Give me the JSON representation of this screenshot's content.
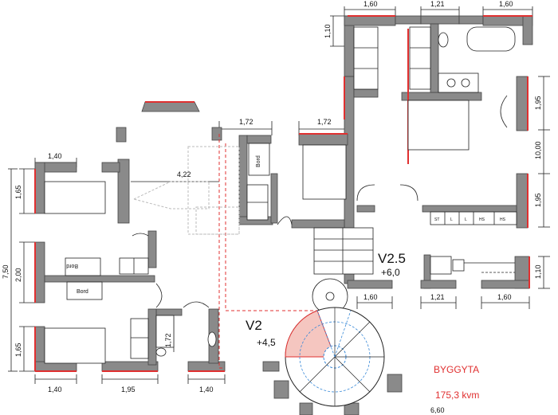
{
  "dimensions": {
    "top": [
      "1,60",
      "1,21",
      "1,60"
    ],
    "top_left_side": "1,10",
    "right_side": [
      "1,95",
      "10,00",
      "1,95",
      "1,10"
    ],
    "mid_top": [
      "1,72",
      "1,72"
    ],
    "left_top": "1,40",
    "left_side": [
      "1,65",
      "2,00",
      "1,65"
    ],
    "left_total": "7,50",
    "bottom": [
      "1,40",
      "1,95",
      "1,40"
    ],
    "mid_right": [
      "1,60",
      "1,21",
      "1,60"
    ],
    "span_422": "4,22",
    "bath_172": "1,72",
    "bottom_right": "6,60"
  },
  "labels": {
    "bord_top": "Bord",
    "bord_left_a": "Bord",
    "bord_left_b": "Bord",
    "level_v25": "V2.5",
    "level_v25_height": "+6,0",
    "level_v2": "V2",
    "level_v2_height": "+4,5",
    "area_title": "BYGGYTA",
    "area_value": "175,3 kvm"
  },
  "cabinets": [
    "ST",
    "L",
    "L",
    "HS",
    "HS"
  ],
  "colors": {
    "wall": "#8a8a8a",
    "accent_red": "#e03030",
    "stair_fill": "#f5c6c0",
    "stair_blue": "#3a8ad8"
  }
}
